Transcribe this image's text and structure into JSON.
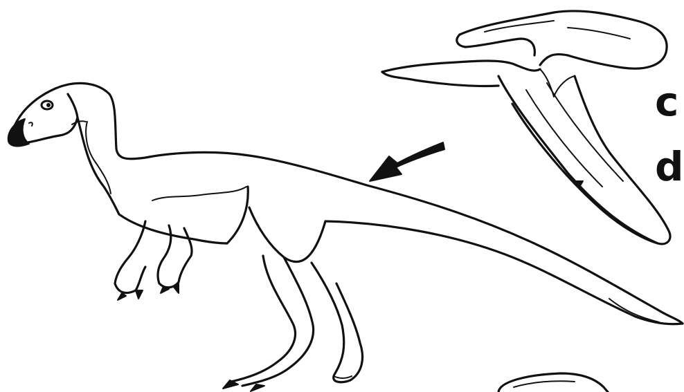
{
  "illustration": {
    "subject": "dinosaur-line-drawing",
    "ink_color": "#111111",
    "background_color": "#ffffff"
  },
  "caption": {
    "line1": "c",
    "line2": "d"
  }
}
